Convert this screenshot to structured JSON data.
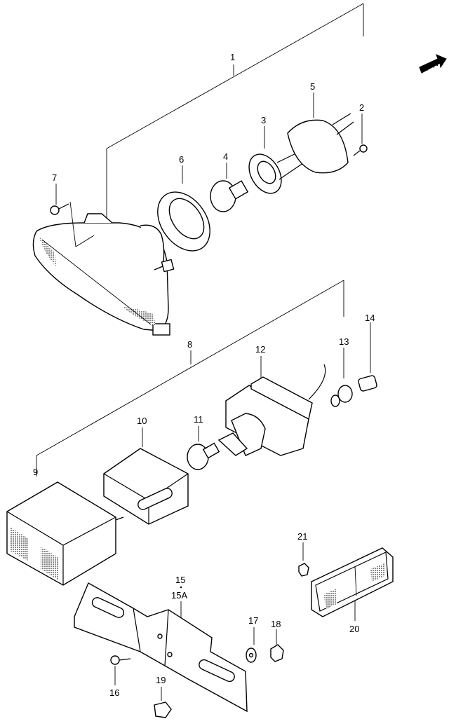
{
  "fwd_label": "FWD",
  "callouts": {
    "c1": "1",
    "c2": "2",
    "c3": "3",
    "c4": "4",
    "c5": "5",
    "c6": "6",
    "c7": "7",
    "c8": "8",
    "c9": "9",
    "c10": "10",
    "c11": "11",
    "c12": "12",
    "c13": "13",
    "c14": "14",
    "c15": "15",
    "c15a": "15A",
    "c16": "16",
    "c17": "17",
    "c18": "18",
    "c19": "19",
    "c20": "20",
    "c21": "21"
  }
}
